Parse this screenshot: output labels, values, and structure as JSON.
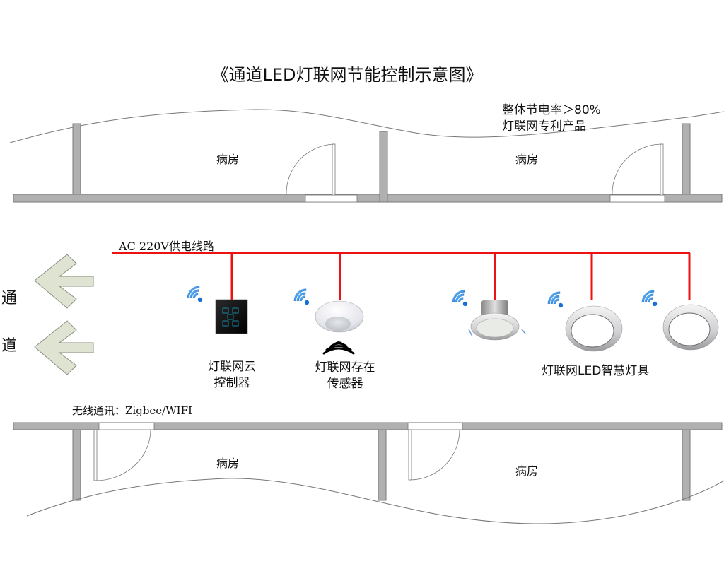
{
  "title": "《通道LED灯联网节能控制示意图》",
  "slogan": {
    "line1": "整体节电率＞80%",
    "line2": "灯联网专利产品"
  },
  "rooms": {
    "top_left": "病房",
    "top_right": "病房",
    "bottom_left": "病房",
    "bottom_right": "病房"
  },
  "power_line": {
    "label": "AC 220V供电线路",
    "color": "#ee1111"
  },
  "corridor": {
    "char1": "通",
    "char2": "道",
    "arrow_color": "#dfe4d2"
  },
  "devices": {
    "controller": {
      "line1": "灯联网云",
      "line2": "控制器"
    },
    "sensor": {
      "line1": "灯联网存在",
      "line2": "传感器"
    },
    "lights": {
      "label": "灯联网LED智慧灯具"
    }
  },
  "wireless": {
    "label": "无线通讯：Zigbee/WIFI",
    "icon_color": "#1a6fd6"
  },
  "colors": {
    "wall": "#b0b0b0",
    "wall_stroke": "#7a7a7a",
    "outline": "#777777"
  }
}
